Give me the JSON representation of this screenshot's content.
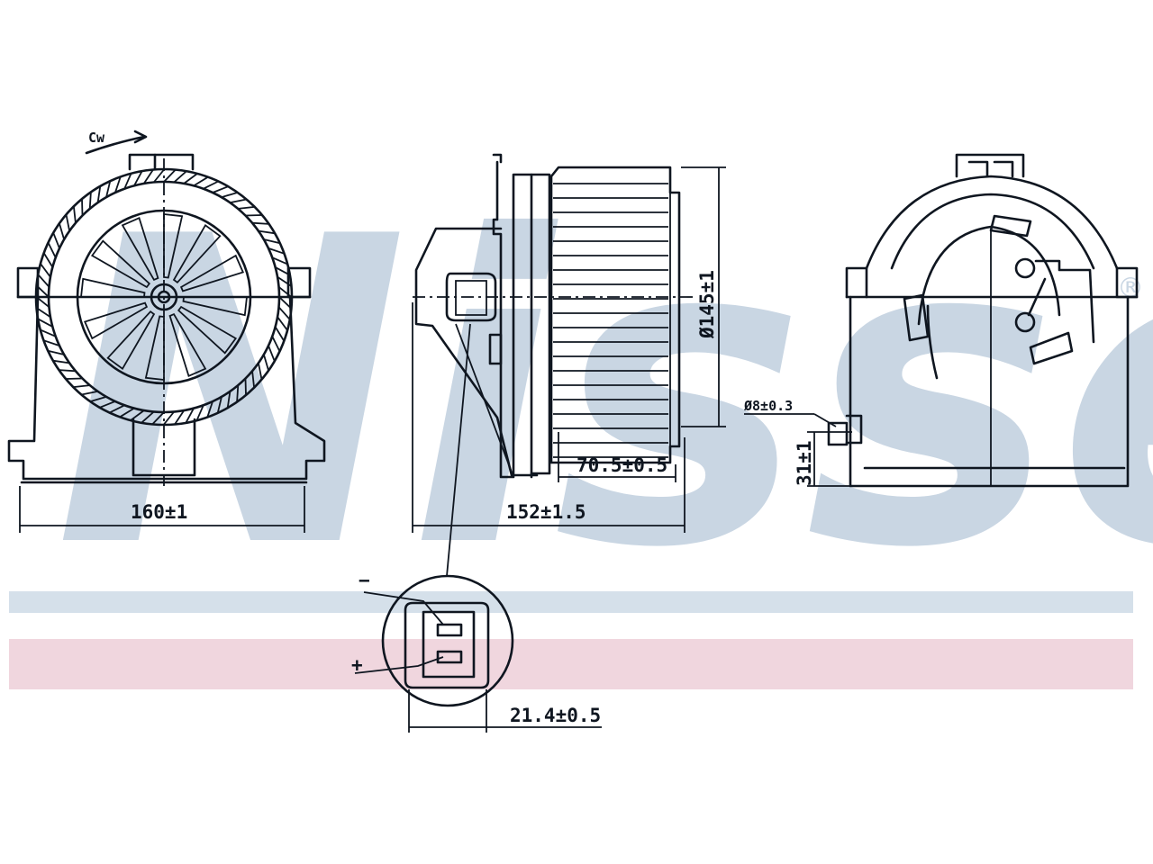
{
  "brand": {
    "watermark_text": "Nissens",
    "watermark_color": "#c9d6e3",
    "band_blue_color": "#d5e0ea",
    "band_red_color": "#f0d6de",
    "registered_mark": "®"
  },
  "line_color": "#0f1620",
  "dimensions": {
    "front_width": "160±1",
    "side_depth": "152±1.5",
    "wheel_depth": "70.5±0.5",
    "wheel_diameter": "Ø145±1",
    "hole_diameter": "Ø8±0.3",
    "mount_height": "31±1",
    "connector_width": "21.4±0.5"
  },
  "connector": {
    "minus_label": "−",
    "plus_label": "+"
  },
  "rotation_mark": "Cw"
}
